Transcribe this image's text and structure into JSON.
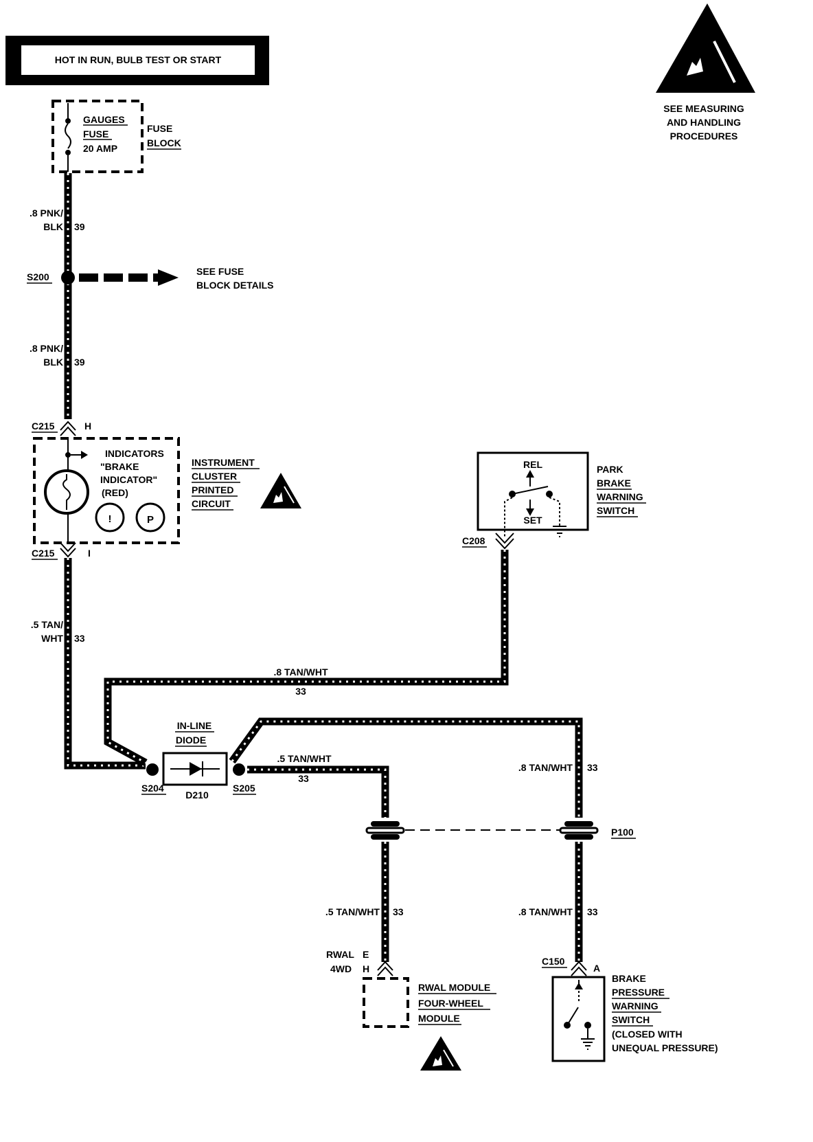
{
  "header": {
    "power_label": "HOT IN RUN, BULB TEST OR START"
  },
  "esd_notice": {
    "line1": "SEE MEASURING",
    "line2": "AND HANDLING",
    "line3": "PROCEDURES"
  },
  "fuse": {
    "name1": "GAUGES",
    "name2": "FUSE",
    "rating": "20 AMP",
    "block1": "FUSE",
    "block2": "BLOCK"
  },
  "wire_top1": {
    "gauge": ".8 PNK/",
    "color": "BLK",
    "circuit": "39"
  },
  "splice_s200": {
    "id": "S200",
    "note1": "SEE FUSE",
    "note2": "BLOCK DETAILS"
  },
  "wire_top2": {
    "gauge": ".8 PNK/",
    "color": "BLK",
    "circuit": "39"
  },
  "connector_c215_top": {
    "id": "C215",
    "pin": "H"
  },
  "cluster": {
    "line1": "INDICATORS",
    "line2": "\"BRAKE",
    "line3": "INDICATOR\"",
    "line4": "(RED)",
    "sym1": "!",
    "sym2": "P",
    "name1": "INSTRUMENT",
    "name2": "CLUSTER",
    "name3": "PRINTED",
    "name4": "CIRCUIT"
  },
  "connector_c215_bottom": {
    "id": "C215",
    "pin": "I"
  },
  "wire_mid": {
    "gauge": ".5 TAN/",
    "color": "WHT",
    "circuit": "33"
  },
  "park_switch": {
    "rel": "REL",
    "set": "SET",
    "name1": "PARK",
    "name2": "BRAKE",
    "name3": "WARNING",
    "name4": "SWITCH"
  },
  "connector_c208": {
    "id": "C208"
  },
  "wire_cross": {
    "label": ".8 TAN/WHT",
    "circuit": "33"
  },
  "diode": {
    "title1": "IN-LINE",
    "title2": "DIODE",
    "id": "D210"
  },
  "splice_s204": {
    "id": "S204"
  },
  "splice_s205": {
    "id": "S205"
  },
  "wire_s205_out": {
    "label": ".5 TAN/WHT",
    "circuit": "33"
  },
  "wire_right_upper": {
    "label": ".8 TAN/WHT",
    "circuit": "33"
  },
  "connector_p100": {
    "id": "P100"
  },
  "wire_left_lower": {
    "label": ".5 TAN/WHT",
    "circuit": "33"
  },
  "wire_right_lower": {
    "label": ".8 TAN/WHT",
    "circuit": "33"
  },
  "rwal_connector": {
    "line1": "RWAL",
    "pin1": "E",
    "line2": "4WD",
    "pin2": "H"
  },
  "rwal_module": {
    "name1": "RWAL MODULE",
    "name2": "FOUR-WHEEL",
    "name3": "MODULE"
  },
  "connector_c150": {
    "id": "C150",
    "pin": "A"
  },
  "brake_pressure_switch": {
    "name1": "BRAKE",
    "name2": "PRESSURE",
    "name3": "WARNING",
    "name4": "SWITCH",
    "note1": "(CLOSED WITH",
    "note2": "UNEQUAL PRESSURE)"
  }
}
